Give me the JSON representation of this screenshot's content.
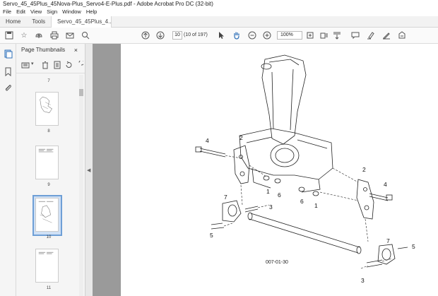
{
  "window": {
    "title": "Servo_45_45Plus_45Nova-Plus_Servo4-E-Plus.pdf - Adobe Acrobat Pro DC (32-bit)"
  },
  "menu": [
    "File",
    "Edit",
    "View",
    "Sign",
    "Window",
    "Help"
  ],
  "tabs": {
    "home": "Home",
    "tools": "Tools",
    "document": "Servo_45_45Plus_4...",
    "close": "×"
  },
  "toolbar": {
    "page_current": "10",
    "page_count": "(10 of 197)",
    "zoom": "100%"
  },
  "thumbnails": {
    "title": "Page Thumbnails",
    "close": "×",
    "pages": [
      {
        "label": "7"
      },
      {
        "label": "8"
      },
      {
        "label": "9"
      },
      {
        "label": "10",
        "selected": true
      },
      {
        "label": "11"
      }
    ]
  },
  "document": {
    "figure_id": "007-01-30",
    "callouts": [
      "4",
      "2",
      "1",
      "6",
      "2",
      "4",
      "6",
      "1",
      "7",
      "3",
      "5",
      "7",
      "5",
      "3"
    ]
  },
  "icons": [
    "save-icon",
    "star-icon",
    "upload-icon",
    "print-icon",
    "mail-icon",
    "search-icon",
    "page-up-icon",
    "page-down-icon",
    "select-arrow-icon",
    "hand-icon",
    "zoom-out-icon",
    "zoom-in-icon"
  ]
}
